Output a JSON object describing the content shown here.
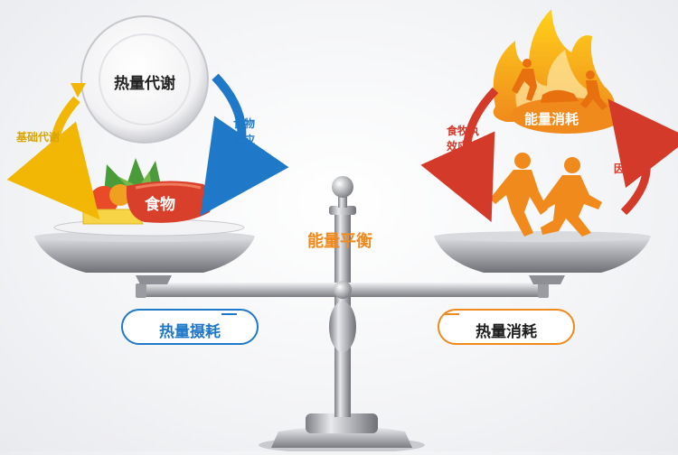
{
  "diagram": {
    "plate_label": "热量代谢",
    "basal_label": "基础代谢",
    "thermic_food_line1": "食物",
    "thermic_food_line2": "效应",
    "food_label": "食物",
    "balance_label": "能量平衡",
    "energy_burn_label": "能量消耗",
    "eating_heat_line1": "食牧执",
    "eating_heat_line2": "效应",
    "cold_heat_label": "因热应",
    "intake_label": "热量摄耗",
    "output_label": "热量消耗"
  },
  "colors": {
    "blue": "#1f78c8",
    "yellow": "#f2b705",
    "orange": "#f08a1c",
    "red": "#d43a2a"
  }
}
